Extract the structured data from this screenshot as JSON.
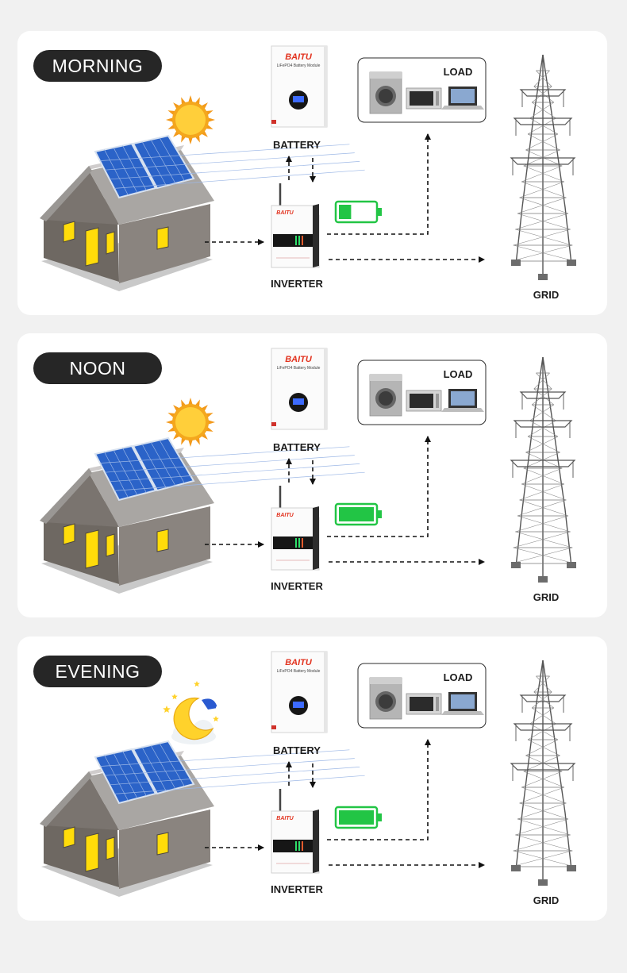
{
  "panels": [
    {
      "time_label": "MORNING",
      "sky": "sun",
      "battery_label": "BATTERY",
      "inverter_label": "INVERTER",
      "load_label": "LOAD",
      "grid_label": "GRID",
      "brand": "BAITU",
      "module_text": "LiFePO4 Battery Module",
      "charge_level": 0.35
    },
    {
      "time_label": "NOON",
      "sky": "sun",
      "battery_label": "BATTERY",
      "inverter_label": "INVERTER",
      "load_label": "LOAD",
      "grid_label": "GRID",
      "brand": "BAITU",
      "module_text": "LiFePO4 Battery Module",
      "charge_level": 1.0
    },
    {
      "time_label": "EVENING",
      "sky": "moon",
      "battery_label": "BATTERY",
      "inverter_label": "INVERTER",
      "load_label": "LOAD",
      "grid_label": "GRID",
      "brand": "BAITU",
      "module_text": "LiFePO4 Battery Module",
      "charge_level": 1.0
    }
  ],
  "colors": {
    "pill_bg": "#262626",
    "battery_green": "#22c545",
    "brand_red": "#e2321e",
    "house_wall": "#7d7772",
    "window_yellow": "#ffdc0a",
    "solar_blue": "#2b63c8",
    "sun_orange": "#f7a81b"
  }
}
